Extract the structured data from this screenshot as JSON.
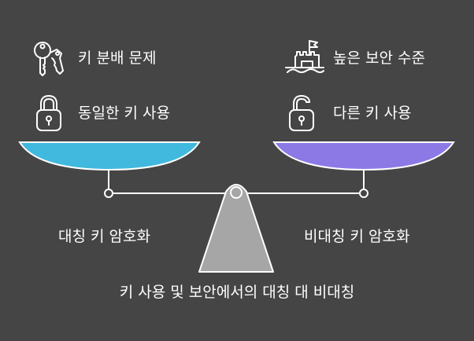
{
  "left": {
    "item1": "키 분배 문제",
    "item2": "동일한 키 사용",
    "label": "대칭 키 암호화",
    "pan_color": "#41b8de"
  },
  "right": {
    "item1": "높은 보안 수준",
    "item2": "다른 키 사용",
    "label": "비대칭 키 암호화",
    "pan_color": "#8c79e6"
  },
  "caption": "키 사용 및 보안에서의 대칭 대 비대칭",
  "icons": {
    "left_item1": "keys-icon",
    "left_item2": "padlock-closed-icon",
    "right_item1": "castle-flag-icon",
    "right_item2": "padlock-open-icon"
  },
  "colors": {
    "background": "#454545",
    "stand": "#a6a6a6",
    "stroke": "#ffffff"
  }
}
